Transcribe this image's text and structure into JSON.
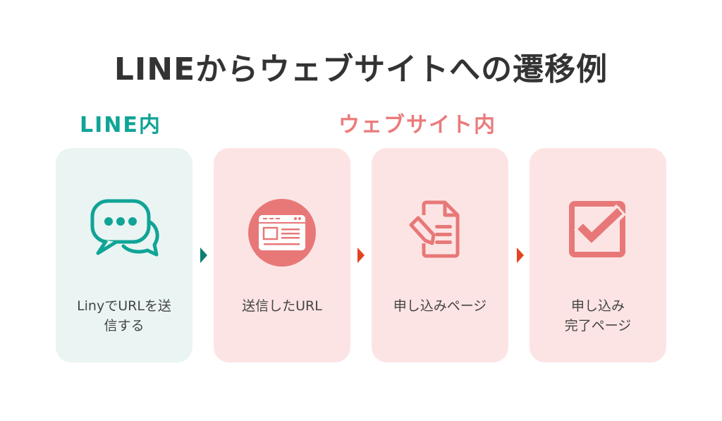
{
  "title": "LINEからウェブサイトへの遷移例",
  "sections": {
    "line": {
      "label": "LINE内",
      "color": "#10a497"
    },
    "web": {
      "label": "ウェブサイト内",
      "color": "#eb7b7b"
    }
  },
  "steps": [
    {
      "icon": "chat-bubbles-icon",
      "line1": "LinyでURLを送",
      "line2": "信する",
      "background": "#eaf5f3",
      "icon_color": "#10a497"
    },
    {
      "icon": "browser-window-icon",
      "line1": "送信したURL",
      "line2": "",
      "background": "#fde4e4",
      "icon_color": "#e87878"
    },
    {
      "icon": "form-document-icon",
      "line1": "申し込みページ",
      "line2": "",
      "background": "#fde4e4",
      "icon_color": "#e87878"
    },
    {
      "icon": "checkbox-check-icon",
      "line1": "申し込み",
      "line2": "完了ページ",
      "background": "#fde4e4",
      "icon_color": "#e87878"
    }
  ],
  "arrows": [
    {
      "color": "#0e7d73"
    },
    {
      "color": "#e4431f"
    },
    {
      "color": "#e4431f"
    }
  ]
}
